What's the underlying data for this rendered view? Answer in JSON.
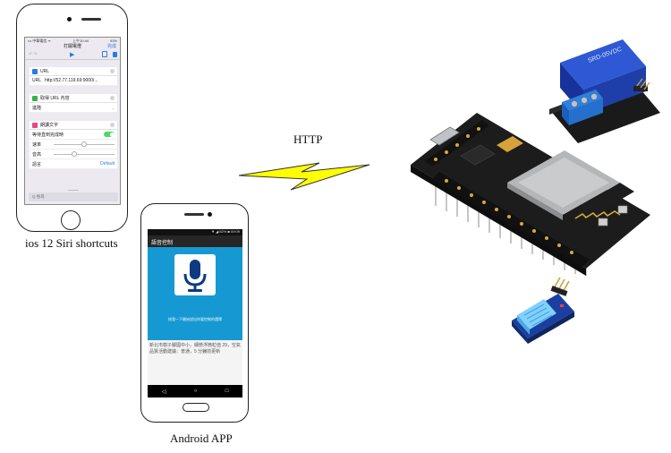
{
  "protocol_label": "HTTP",
  "ios": {
    "caption": "ios 12 Siri shortcuts",
    "status_left": "••• 中華電信 ᯤ",
    "status_center": "上午10:44",
    "status_right": "93%",
    "title": "打開電燈",
    "done": "完成",
    "card1": {
      "header": "URL",
      "row_label": "URL",
      "row_value": "http://52.77.119.69:9000/..."
    },
    "card2": {
      "header": "取得 URL 內容",
      "row_value": "進階"
    },
    "card3": {
      "header": "朗讀文字",
      "row_wait": "等待直到完成時",
      "row_rate": "速率",
      "row_pitch": "音高",
      "row_language": "語言",
      "language_value": "Default"
    },
    "search_placeholder": "Q 搜尋"
  },
  "android": {
    "caption": "Android APP",
    "status": "▼ ◢ 82% ■ 09:09",
    "app_title": "語音控制",
    "hint": "按我一下開始說出你要控制的選擇",
    "result_text": "新北市樹子腳國中小，細懸浮微粒值 29，空氣品質活動建議：普通，5 分鐘前更新",
    "nav_back": "◁",
    "nav_home": "○",
    "nav_recent": "□"
  },
  "colors": {
    "ios_blue": "#2a7be4",
    "android_blue": "#1699d3",
    "bolt_yellow": "#ffff00",
    "relay_blue": "#1f3fa8",
    "pcb_black": "#1c1c1c"
  }
}
